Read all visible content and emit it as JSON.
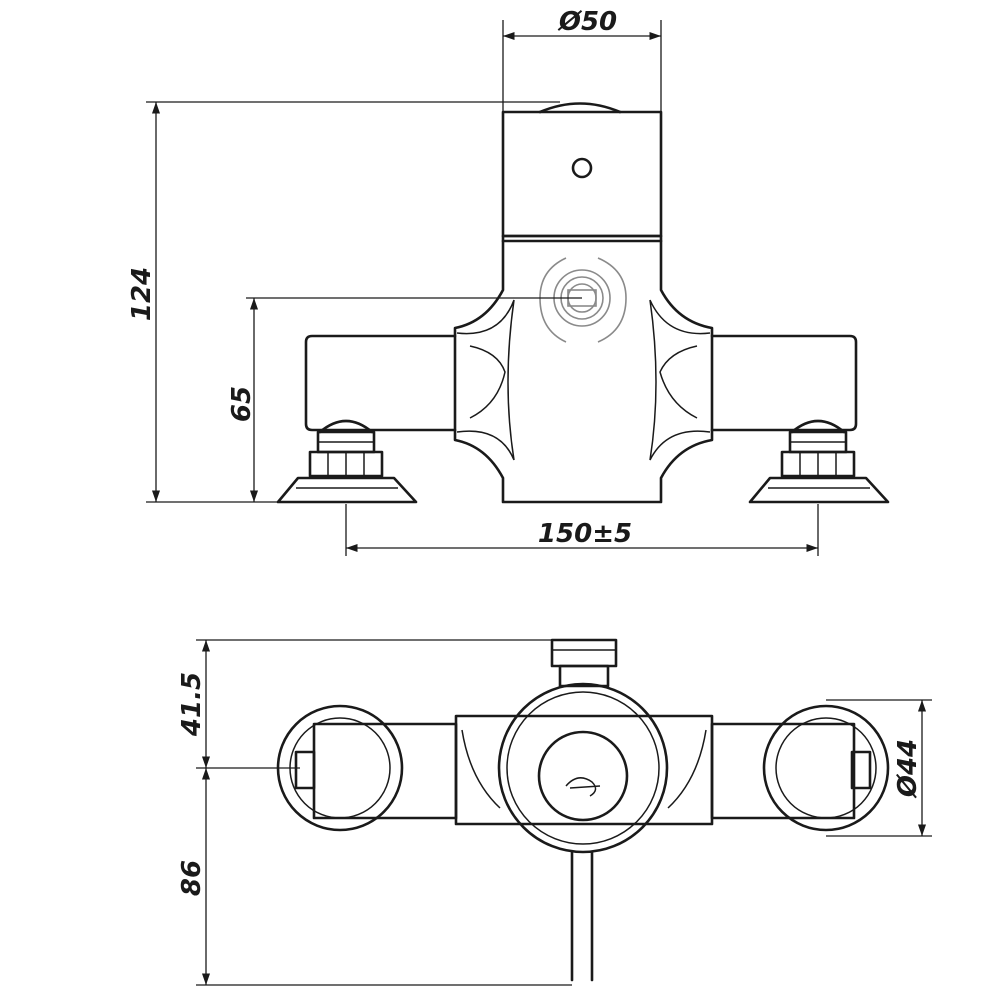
{
  "front_view": {
    "dim_top_diameter": "Ø50",
    "dim_total_height": "124",
    "dim_outlet_height": "65",
    "dim_centres": "150±5"
  },
  "plan_view": {
    "dim_top_offset": "41.5",
    "dim_bottom_length": "86",
    "dim_flange_diameter": "Ø44"
  }
}
